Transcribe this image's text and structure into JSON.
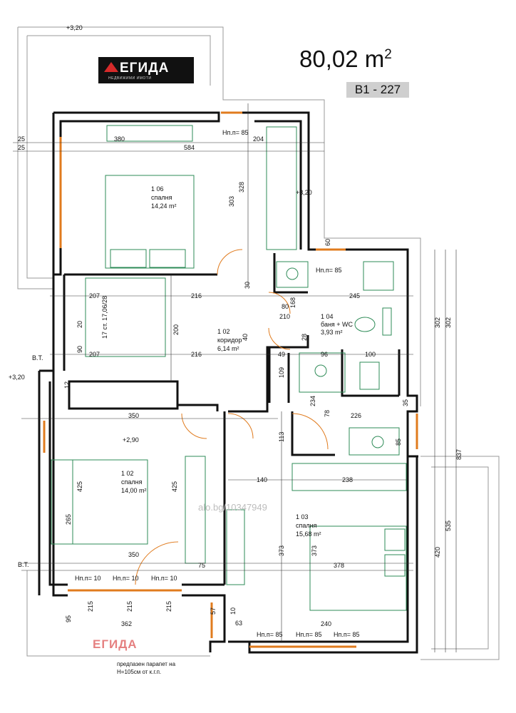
{
  "brand": {
    "logo_text": "ЕГИДА",
    "logo_subtitle": "НЕДВИЖИМИ ИМОТИ",
    "watermark": "ЕГИДА"
  },
  "header": {
    "area": "80,02 m",
    "area_unit_exp": "2",
    "unit_code": "В1 - 227"
  },
  "site_watermark": "alo.bg/10347949",
  "rooms": [
    {
      "id": "1 06",
      "name": "спалня",
      "area": "14,24 m²"
    },
    {
      "id": "1 02",
      "name": "коридор",
      "area": "6,14 m²"
    },
    {
      "id": "1 04",
      "name": "баня + WC",
      "area": "3,93 m²"
    },
    {
      "id": "1 02",
      "name": "спалня",
      "area": "14,00 m²"
    },
    {
      "id": "1 03",
      "name": "спалня",
      "area": "15,68 m²"
    }
  ],
  "levels": [
    "+3,20",
    "+3,20",
    "+3,20",
    "+2,90"
  ],
  "stairs": "17 ст. 17,06/28",
  "bt": "В.Т.",
  "sill": "Нп.п= 85",
  "sill10": "Нп.п= 10",
  "note": [
    "предпазен парапет на",
    "Н=105см от к.г.п."
  ],
  "dims": {
    "top_col": [
      "380",
      "584",
      "204",
      "303",
      "328",
      "25"
    ],
    "misc": [
      "207",
      "216",
      "245",
      "200",
      "350",
      "425",
      "265",
      "140",
      "238",
      "373",
      "378",
      "240",
      "362",
      "226",
      "234",
      "113",
      "109",
      "302",
      "535",
      "420",
      "837",
      "96",
      "100",
      "49",
      "168",
      "210",
      "80",
      "85",
      "35",
      "95",
      "75",
      "215",
      "90",
      "60",
      "12",
      "30",
      "40",
      "28",
      "78",
      "63",
      "20",
      "10",
      "57"
    ]
  }
}
